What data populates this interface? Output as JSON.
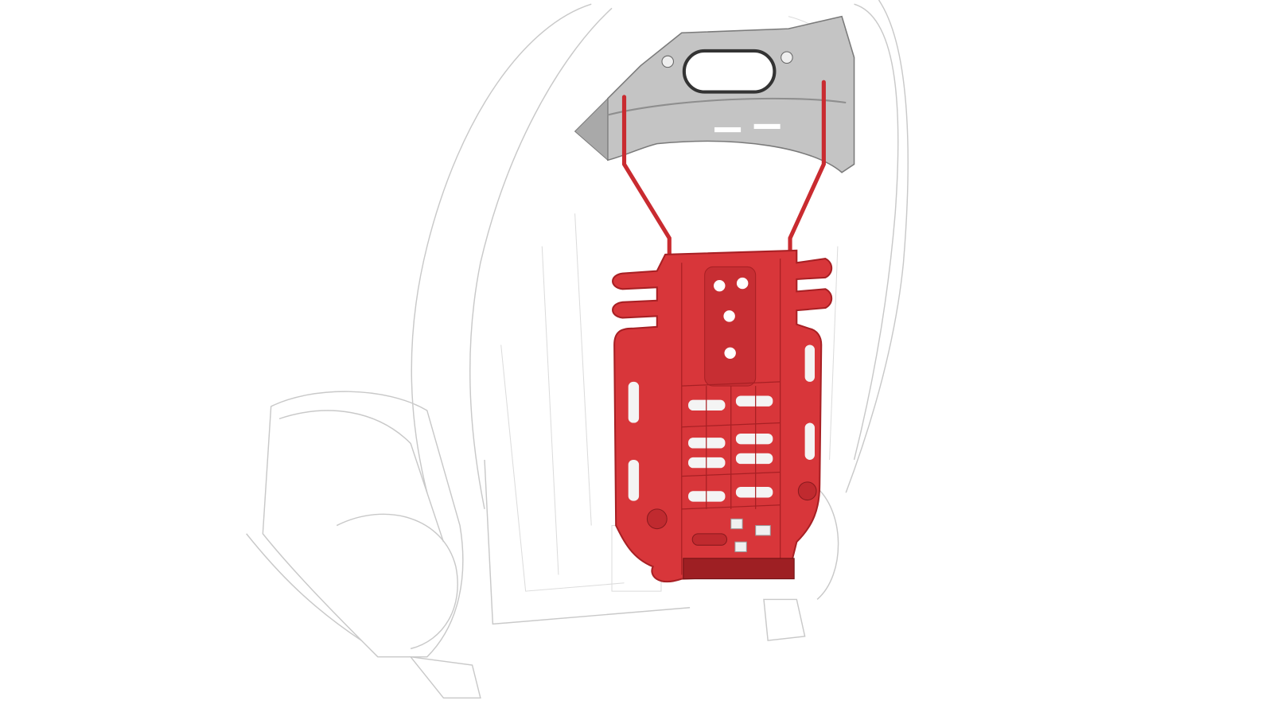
{
  "illustration": {
    "colors": {
      "background": "#ffffff",
      "highlight_part": "#d8363a",
      "highlight_dark": "#a82024",
      "bracket": "#b9b9b9",
      "ghost_outline": "#c9c9c9"
    },
    "icons": [
      "seat-outline",
      "headrest-bracket",
      "seat-back-panel"
    ]
  }
}
